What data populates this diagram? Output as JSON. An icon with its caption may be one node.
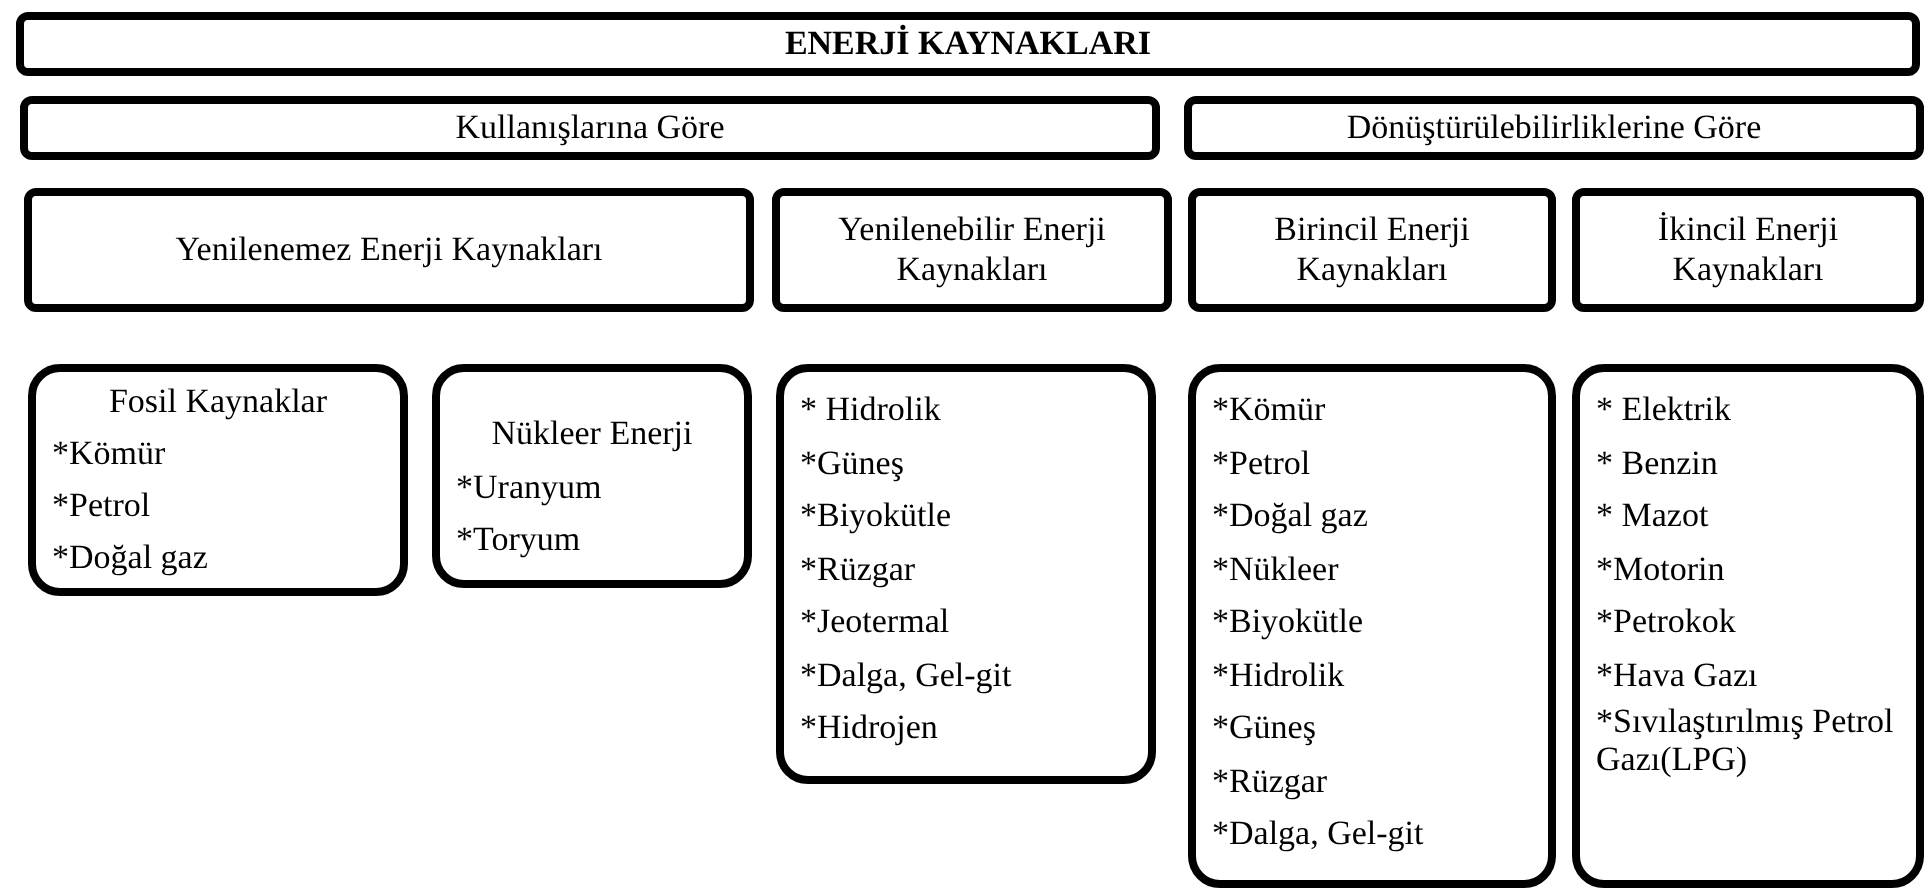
{
  "diagram": {
    "nodes": [
      {
        "text": [
          "ENERJİ KAYNAKLARI"
        ]
      },
      {
        "text": [
          "Kullanışlarına Göre"
        ]
      },
      {
        "text": [
          "Dönüştürülebilirliklerine Göre"
        ]
      },
      {
        "text": [
          "Yenilenemez Enerji Kaynakları"
        ]
      },
      {
        "text": [
          "Yenilenebilir Enerji Kaynakları"
        ]
      },
      {
        "text": [
          "Birincil Enerji Kaynakları"
        ]
      },
      {
        "text": [
          "İkincil Enerji Kaynakları"
        ]
      },
      {
        "text": [
          "Fosil Kaynaklar",
          "*Kömür",
          "*Petrol",
          "*Doğal gaz"
        ]
      },
      {
        "text": [
          "Nükleer Enerji",
          "*Uranyum",
          "*Toryum"
        ]
      },
      {
        "text": [
          "* Hidrolik",
          "*Güneş",
          "*Biyokütle",
          "*Rüzgar",
          "*Jeotermal",
          "*Dalga, Gel-git",
          "*Hidrojen"
        ]
      },
      {
        "text": [
          "*Kömür",
          "*Petrol",
          "*Doğal gaz",
          "*Nükleer",
          "*Biyokütle",
          "*Hidrolik",
          "*Güneş",
          "*Rüzgar",
          "*Dalga, Gel-git"
        ]
      },
      {
        "text": [
          "* Elektrik",
          "* Benzin",
          "* Mazot",
          "*Motorin",
          "*Petrokok",
          "*Hava Gazı",
          "*Sıvılaştırılmış Petrol Gazı(LPG)"
        ]
      }
    ]
  }
}
